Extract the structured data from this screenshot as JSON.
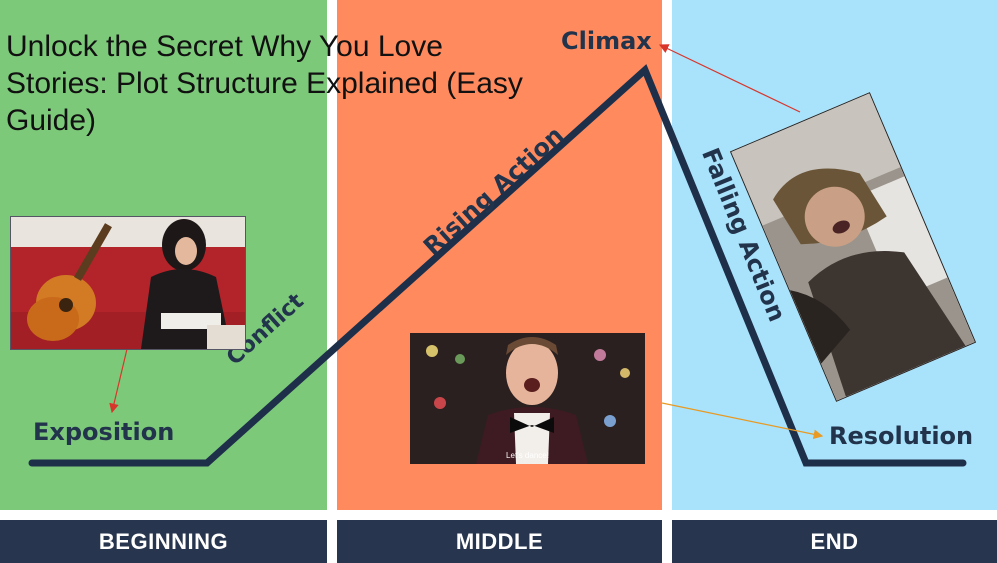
{
  "title": "Unlock the Secret Why You Love Stories: Plot Structure Explained (Easy Guide)",
  "sections": [
    {
      "label": "BEGINNING",
      "color": "#7dc97a"
    },
    {
      "label": "MIDDLE",
      "color": "#ff8a5e"
    },
    {
      "label": "END",
      "color": "#a9e2fb"
    }
  ],
  "footer_color": "#27364e",
  "line_color": "#1e2f4a",
  "stages": {
    "exposition": "Exposition",
    "conflict": "Conflict",
    "rising_action": "Rising Action",
    "climax": "Climax",
    "falling_action": "Falling Action",
    "resolution": "Resolution"
  },
  "photos": {
    "middle_caption": "Let's dance!"
  }
}
